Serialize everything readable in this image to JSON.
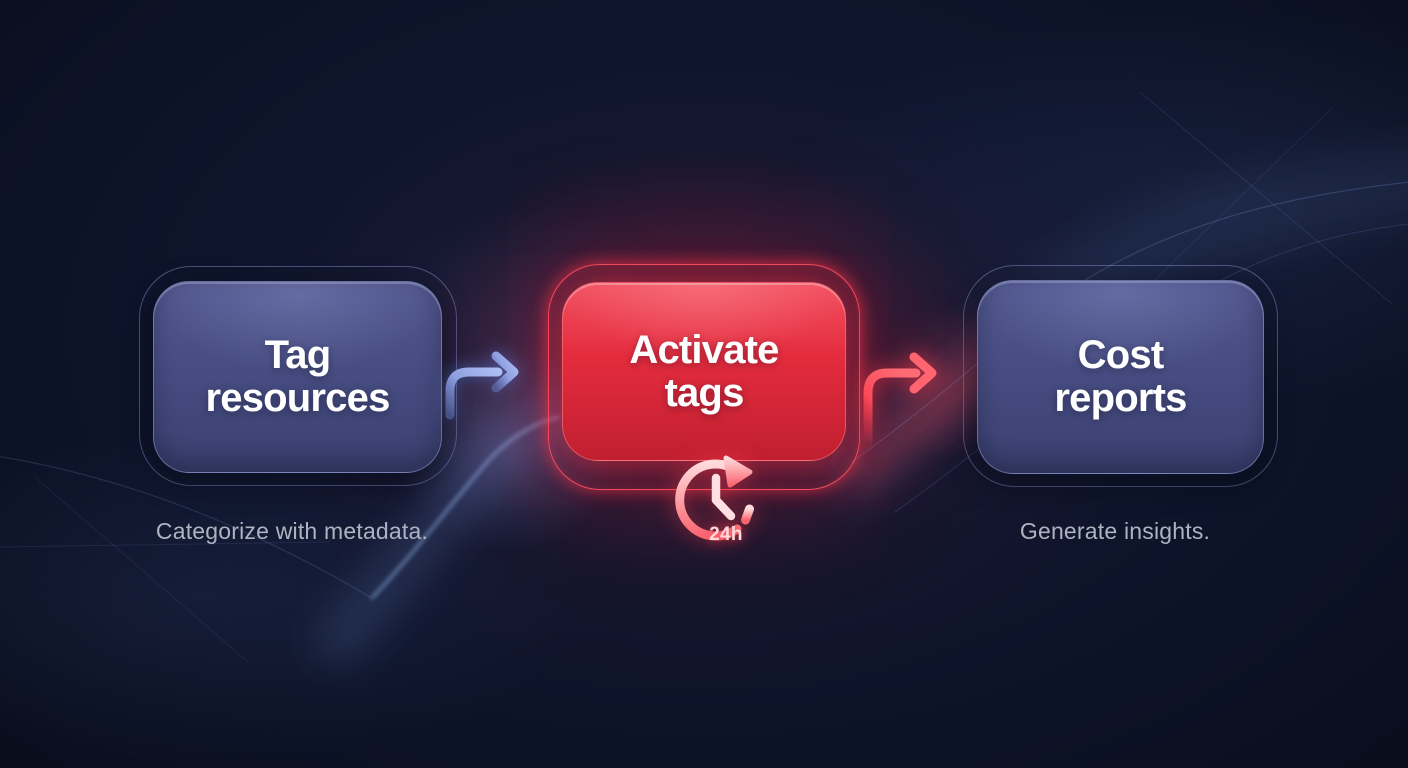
{
  "diagram": {
    "steps": [
      {
        "name": "tag-resources",
        "title_line1": "Tag",
        "title_line2": "resources",
        "caption": "Categorize with metadata.",
        "style": "indigo"
      },
      {
        "name": "activate-tags",
        "title_line1": "Activate",
        "title_line2": "tags",
        "style": "red",
        "badge": {
          "icon": "clock-rotate-icon",
          "label": "24h"
        }
      },
      {
        "name": "cost-reports",
        "title_line1": "Cost",
        "title_line2": "reports",
        "caption": "Generate insights.",
        "style": "indigo"
      }
    ],
    "arrows": [
      {
        "name": "arrow-tag-to-activate",
        "color": "#93a4e8"
      },
      {
        "name": "arrow-activate-to-cost",
        "color": "#ff4d5c"
      }
    ],
    "colors": {
      "background": "#0c1226",
      "card_indigo_top": "#51578e",
      "card_indigo_bottom": "#3a406f",
      "card_red_top": "#f25060",
      "card_red_bottom": "#c01f30",
      "ring_indigo": "#8690ca",
      "ring_red": "#ff5a67",
      "title_text": "#ffffff",
      "caption_text": "#aeb3c2",
      "badge_text": "#ffd9db"
    }
  }
}
